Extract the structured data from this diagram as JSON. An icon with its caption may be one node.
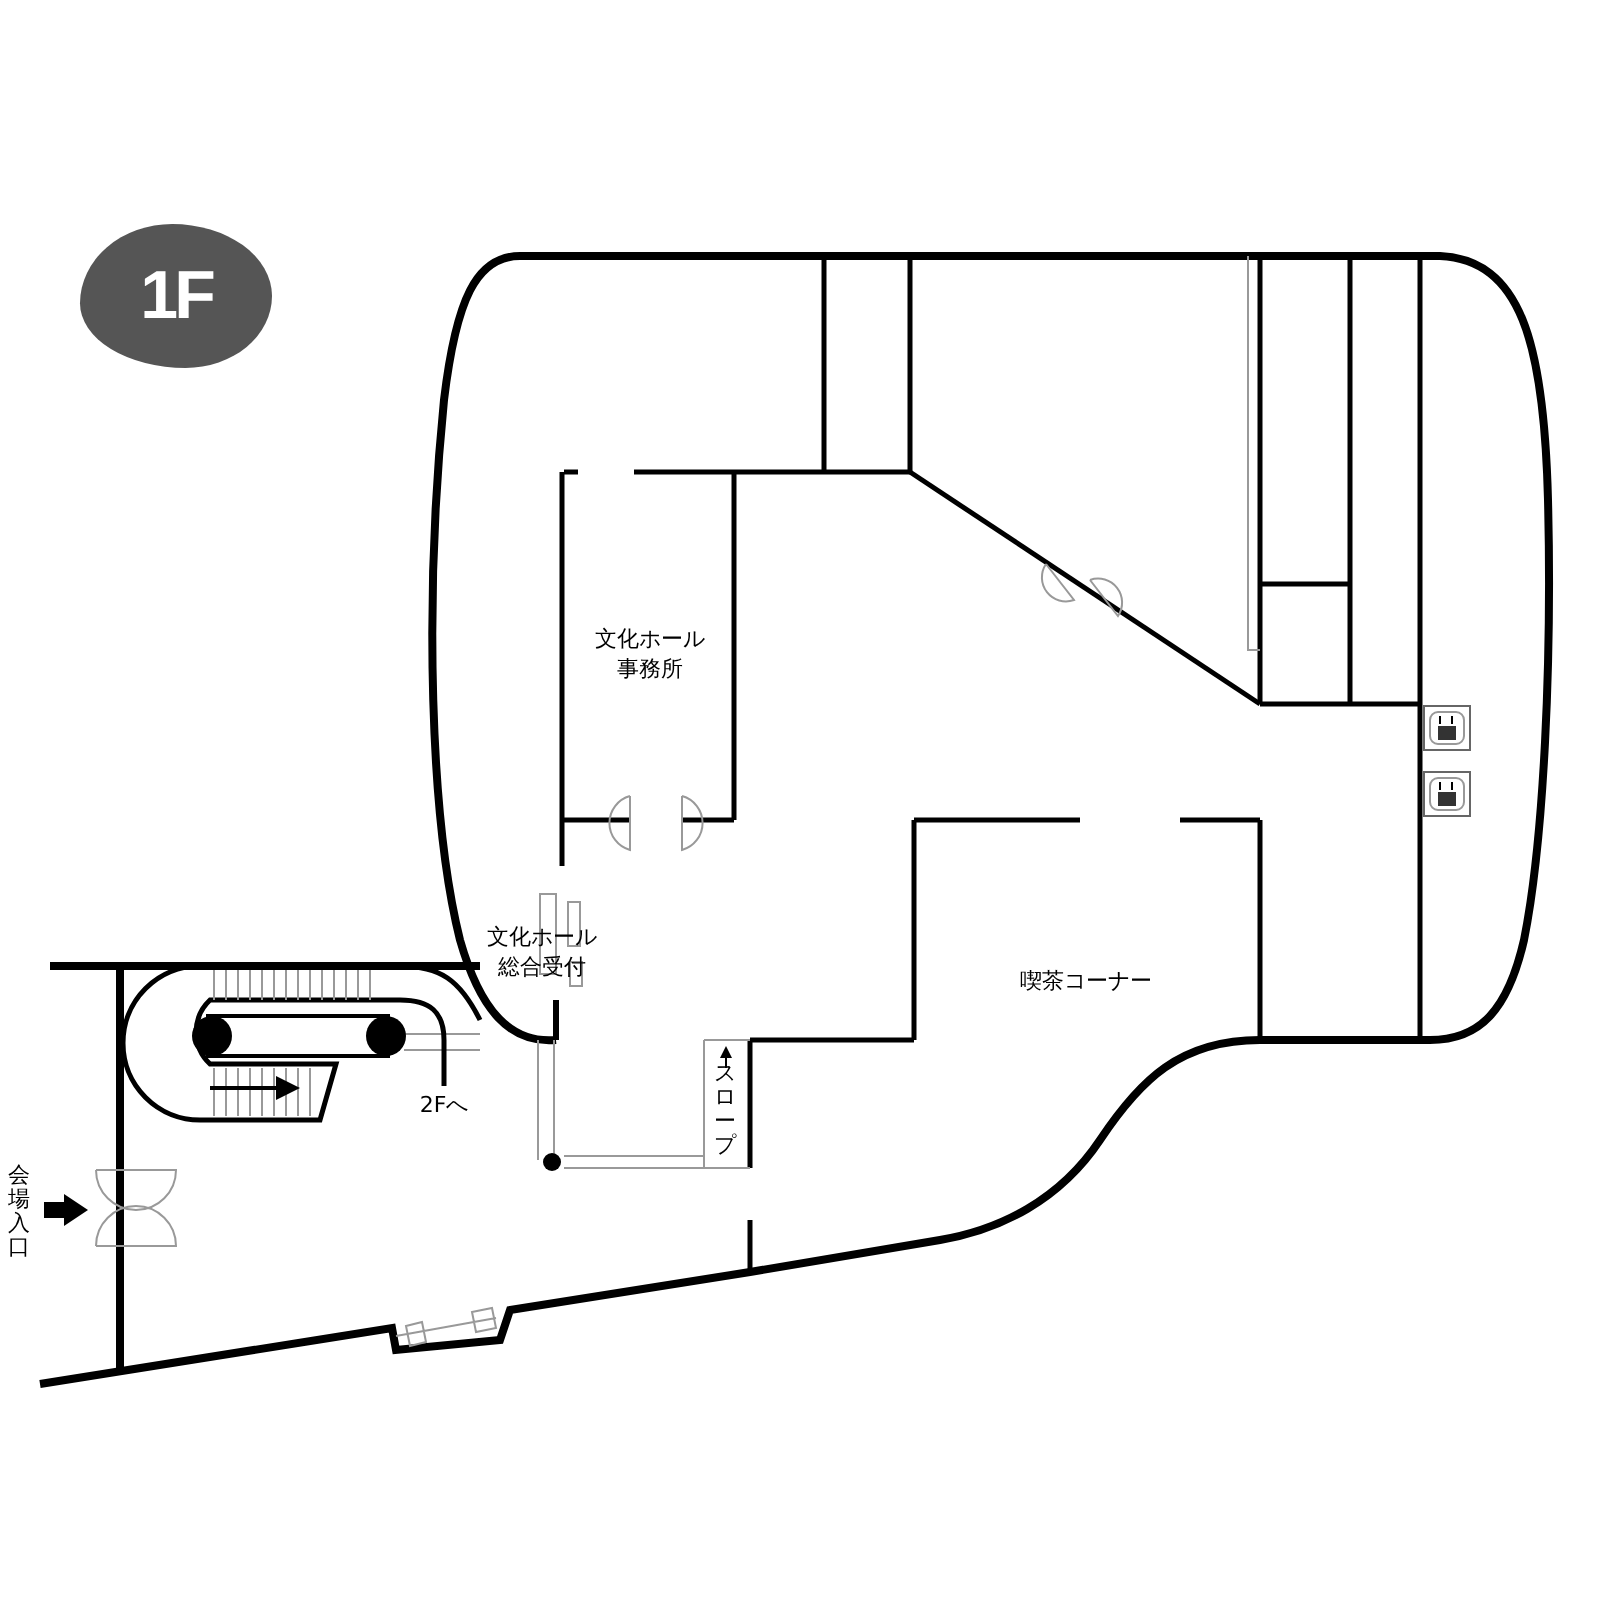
{
  "diagram": {
    "title": "1F",
    "labels": [
      "文化ホール事務所",
      "文化ホール総合受付",
      "喫茶コーナー",
      "2Fへ",
      "スロープ",
      "会場入口"
    ]
  }
}
